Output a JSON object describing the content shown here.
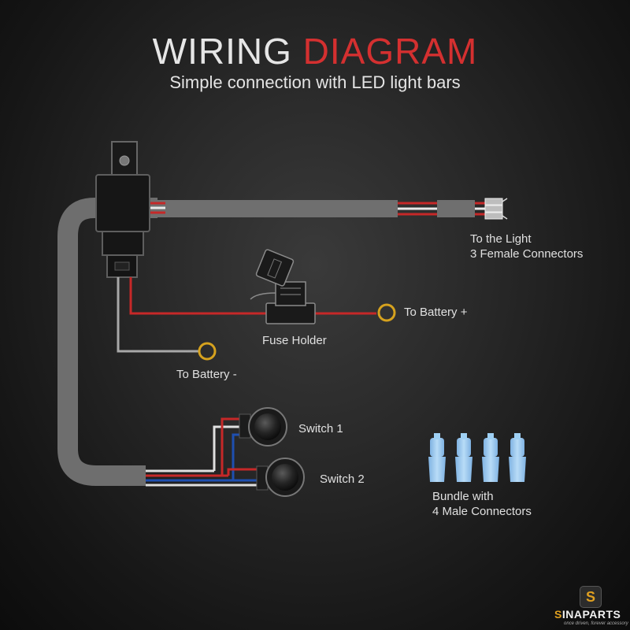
{
  "title": {
    "word1": "WIRING",
    "word2": "DIAGRAM"
  },
  "subtitle": "Simple connection with LED light bars",
  "labels": {
    "to_light_line1": "To the Light",
    "to_light_line2": "3 Female Connectors",
    "to_battery_pos": "To Battery +",
    "fuse_holder": "Fuse Holder",
    "to_battery_neg": "To Battery -",
    "switch1": "Switch 1",
    "switch2": "Switch 2",
    "bundle_line1": "Bundle with",
    "bundle_line2": "4 Male Connectors"
  },
  "logo": {
    "initial": "S",
    "name_first": "S",
    "name_rest": "INAPARTS",
    "tagline": "once driven, forever accessory"
  },
  "colors": {
    "title_accent": "#d43030",
    "wire_red": "#c62828",
    "wire_gray": "#9a9a9a",
    "wire_blue": "#1e4fb0",
    "terminal_ring": "#d6a21e",
    "connector_blue": "#9cc8ee"
  },
  "icons": [
    "relay-icon",
    "fuse-holder-icon",
    "switch-icon",
    "ring-terminal-icon",
    "female-connector-icon",
    "male-connector-icon",
    "sinaparts-logo-icon"
  ]
}
